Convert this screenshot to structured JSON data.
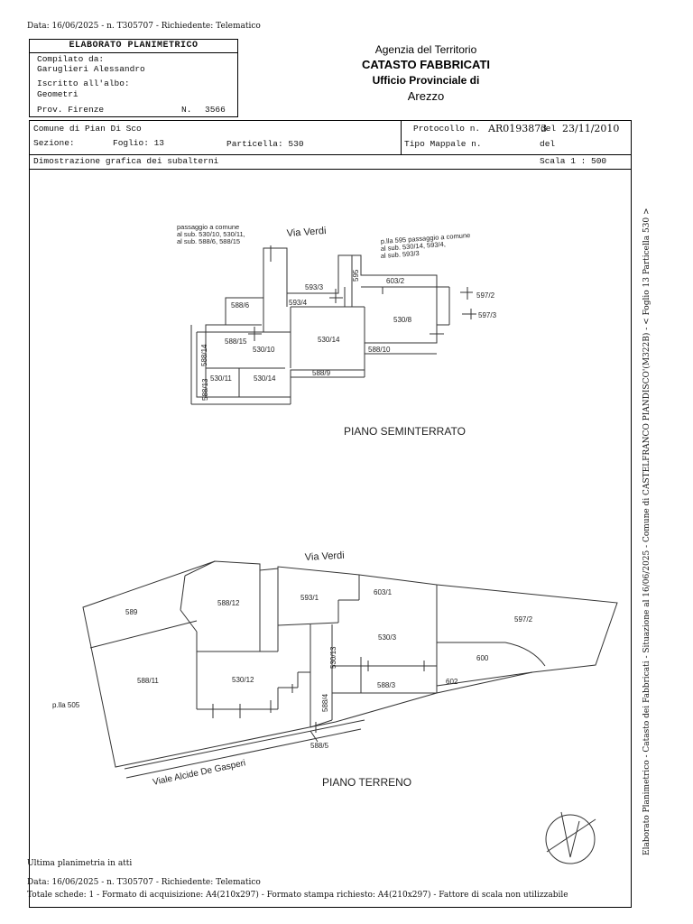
{
  "header": {
    "stamp": "Data: 16/06/2025 - n. T305707 - Richiedente: Telematico"
  },
  "compiler_box": {
    "title": "ELABORATO PLANIMETRICO",
    "compiled_by_label": "Compilato da:",
    "compiled_by": "Garuglieri Alessandro",
    "register_label": "Iscritto all'albo:",
    "register": "Geometri",
    "province": "Prov. Firenze",
    "number_label": "N.",
    "number": "3566"
  },
  "agency": {
    "line1": "Agenzia del Territorio",
    "line2": "CATASTO FABBRICATI",
    "line3": "Ufficio Provinciale di",
    "line4": "Arezzo"
  },
  "info": {
    "comune": "Comune di Pian Di Sco",
    "protocollo_label": "Protocollo n.",
    "protocollo": "AR0193873",
    "del_label": "del",
    "protocollo_date": "23/11/2010",
    "sezione_label": "Sezione:",
    "foglio": "Foglio: 13",
    "particella": "Particella: 530",
    "tipo_mappale": "Tipo Mappale n.",
    "del2": "del",
    "dimostrazione": "Dimostrazione grafica dei subalterni",
    "scala": "Scala 1 : 500"
  },
  "plan_upper": {
    "note_left": [
      "passaggio a comune",
      "al sub. 530/10, 530/11,",
      "al sub. 588/6, 588/15"
    ],
    "note_right": [
      "p.lla 595 passaggio a comune",
      "al sub. 530/14, 593/4,",
      "al sub. 593/3"
    ],
    "street": "Via Verdi",
    "labels": {
      "s595": "595",
      "s603_2": "603/2",
      "s593_3": "593/3",
      "s597_2": "597/2",
      "s593_4": "593/4",
      "s588_6": "588/6",
      "s597_3": "597/3",
      "s530_8": "530/8",
      "s588_15": "588/15",
      "s530_14a": "530/14",
      "s588_14": "588/14",
      "s530_10": "530/10",
      "s588_10": "588/10",
      "s588_9": "588/9",
      "s530_11": "530/11",
      "s530_14b": "530/14",
      "s588_13": "588/13"
    },
    "caption": "PIANO SEMINTERRATO"
  },
  "plan_lower": {
    "street": "Via Verdi",
    "labels": {
      "s603_1": "603/1",
      "s593_1": "593/1",
      "s588_12": "588/12",
      "s589": "589",
      "s597_2": "597/2",
      "s530_3": "530/3",
      "s600": "600",
      "s530_13": "530/13",
      "s588_11": "588/11",
      "s530_12": "530/12",
      "s588_3": "588/3",
      "s602": "602",
      "s588_4": "588/4",
      "s588_5": "588/5",
      "pll505": "p.lla 505"
    },
    "road": "Viale Alcide De Gasperi",
    "caption": "PIANO TERRENO"
  },
  "side_note": "Elaborato Planimetrico - Catasto dei Fabbricati - Situazione al 16/06/2025 - Comune di CASTELFRANCO PIANDISCO'(M322B) - < Foglio 13 Particella 530 >",
  "footer": {
    "last": "Ultima planimetria in atti",
    "stamp": "Data: 16/06/2025 - n. T305707 - Richiedente: Telematico",
    "totals": "Totale schede: 1 - Formato di acquisizione: A4(210x297)  - Formato stampa richiesto: A4(210x297) - Fattore di scala non utilizzabile"
  }
}
